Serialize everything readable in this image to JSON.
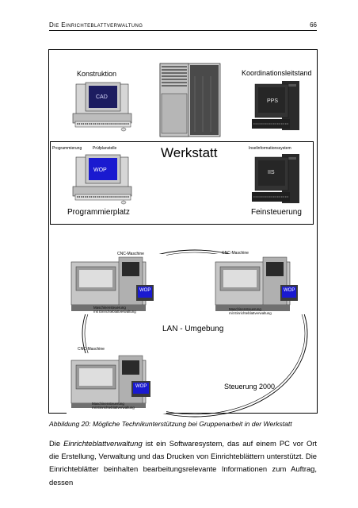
{
  "header": {
    "chapter_title": "Die Einrichteblattverwaltung",
    "page_number": "66"
  },
  "figure": {
    "labels": {
      "konstruktion": "Konstruktion",
      "koordinationsleitstand": "Koordinationsleitstand",
      "cad": "CAD",
      "pps": "PPS",
      "programmierung": "Programmierung",
      "pruefplanstelle": "Prüfplanstelle",
      "werkstatt": "Werkstatt",
      "inselinfosystem": "Inselinformationssystem",
      "wop_top": "WOP",
      "iis": "IIS",
      "programmierplatz": "Programmierplatz",
      "feinsteuerung": "Feinsteuerung",
      "cnc_left": "CNC-Maschine",
      "cnc_right": "CNC-Maschine",
      "wop_left": "WOP",
      "wop_right": "WOP",
      "ms_left_1": "Maschinensteuerung",
      "ms_left_2": "mit Einrichteblattverwaltung",
      "ms_right_1": "Maschinensteuerung",
      "ms_right_2": "mit Einrichteblattverwaltung",
      "lan": "LAN - Umgebung",
      "cnc_bottom": "CNC-Maschine",
      "wop_bottom": "WOP",
      "steuerung2000": "Steuerung 2000",
      "ms_bottom_1": "Maschinensteuerung",
      "ms_bottom_2": "mit Einrichteblattverwaltung"
    }
  },
  "caption": "Abbildung 20: Mögliche Technikunterstützung bei Gruppenarbeit in der Werkstatt",
  "body": {
    "intro_1": "Die ",
    "term": "Einrichteblattverwaltung",
    "rest": " ist ein Softwaresystem, das auf einem PC vor Ort die Erstellung, Verwaltung und das Drucken von Einrichteblättern unterstützt. Die Einrichteblätter beinhalten bearbeitungsrelevante Informationen zum Auftrag, dessen"
  },
  "colors": {
    "screen_dark": "#1c1c60",
    "wop_blue": "#1a1ad0",
    "machine_grey": "#b8b8b8",
    "dark_grey": "#505050"
  }
}
